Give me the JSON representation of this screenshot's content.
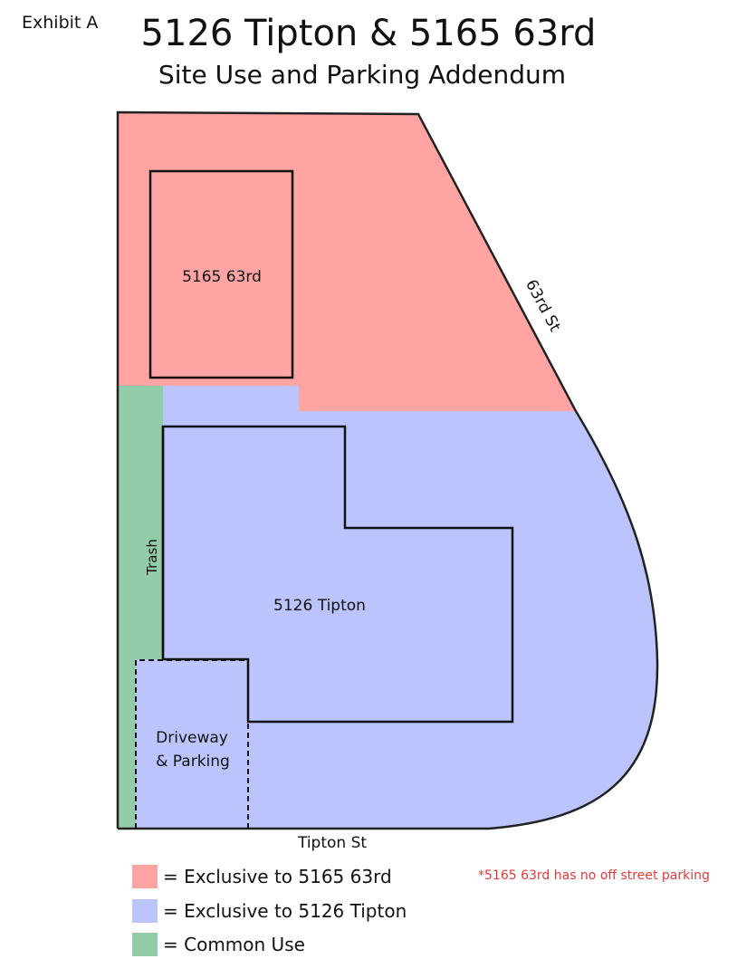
{
  "header": {
    "exhibit": "Exhibit A",
    "title": "5126 Tipton & 5165 63rd",
    "subtitle": "Site Use and Parking Addendum"
  },
  "plan": {
    "building_63rd": "5165 63rd",
    "building_tipton": "5126 Tipton",
    "trash": "Trash",
    "driveway_line1": "Driveway",
    "driveway_line2": "& Parking",
    "street_63rd": "63rd St",
    "street_tipton": "Tipton St"
  },
  "colors": {
    "red_zone": "#ffa3a3",
    "blue_zone": "#bbc4fd",
    "green_zone": "#93cca9",
    "note_red": "#e23a3a"
  },
  "legend": [
    {
      "label": "= Exclusive to 5165 63rd",
      "color": "#ffa3a3"
    },
    {
      "label": "= Exclusive to 5126 Tipton",
      "color": "#bbc4fd"
    },
    {
      "label": "= Common Use",
      "color": "#93cca9"
    }
  ],
  "note": "*5165 63rd has no off street parking"
}
